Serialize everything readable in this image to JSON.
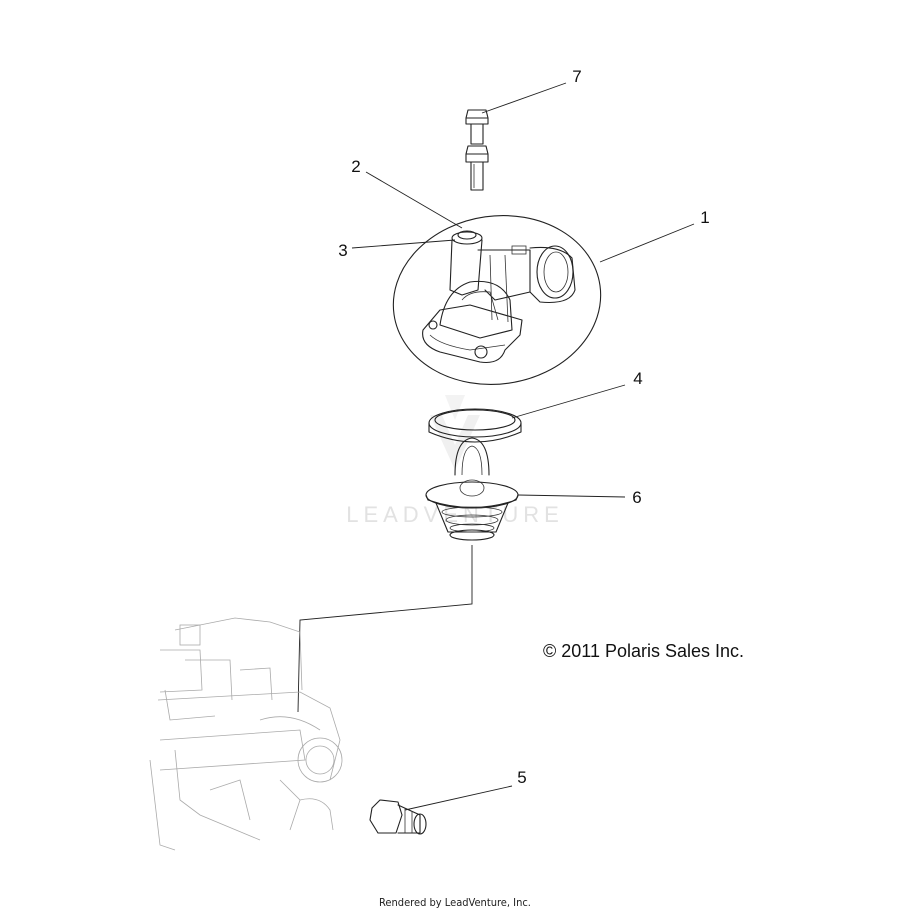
{
  "diagram": {
    "callouts": [
      {
        "id": "1",
        "label": "1"
      },
      {
        "id": "2",
        "label": "2"
      },
      {
        "id": "3",
        "label": "3"
      },
      {
        "id": "4",
        "label": "4"
      },
      {
        "id": "5",
        "label": "5"
      },
      {
        "id": "6",
        "label": "6"
      },
      {
        "id": "7",
        "label": "7"
      }
    ],
    "copyright": "© 2011 Polaris Sales Inc.",
    "watermark": "LEADVENTURE",
    "footer": "Rendered by LeadVenture, Inc."
  }
}
